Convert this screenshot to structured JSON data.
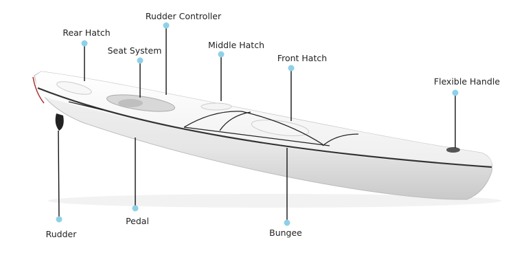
{
  "title": "Kayak parts diagram",
  "accent_color": "#8fd0e8",
  "labels": {
    "rear_hatch": "Rear Hatch",
    "seat_system": "Seat System",
    "rudder_controller": "Rudder Controller",
    "middle_hatch": "Middle Hatch",
    "front_hatch": "Front Hatch",
    "flexible_handle": "Flexible Handle",
    "rudder": "Rudder",
    "pedal": "Pedal",
    "bungee": "Bungee"
  }
}
